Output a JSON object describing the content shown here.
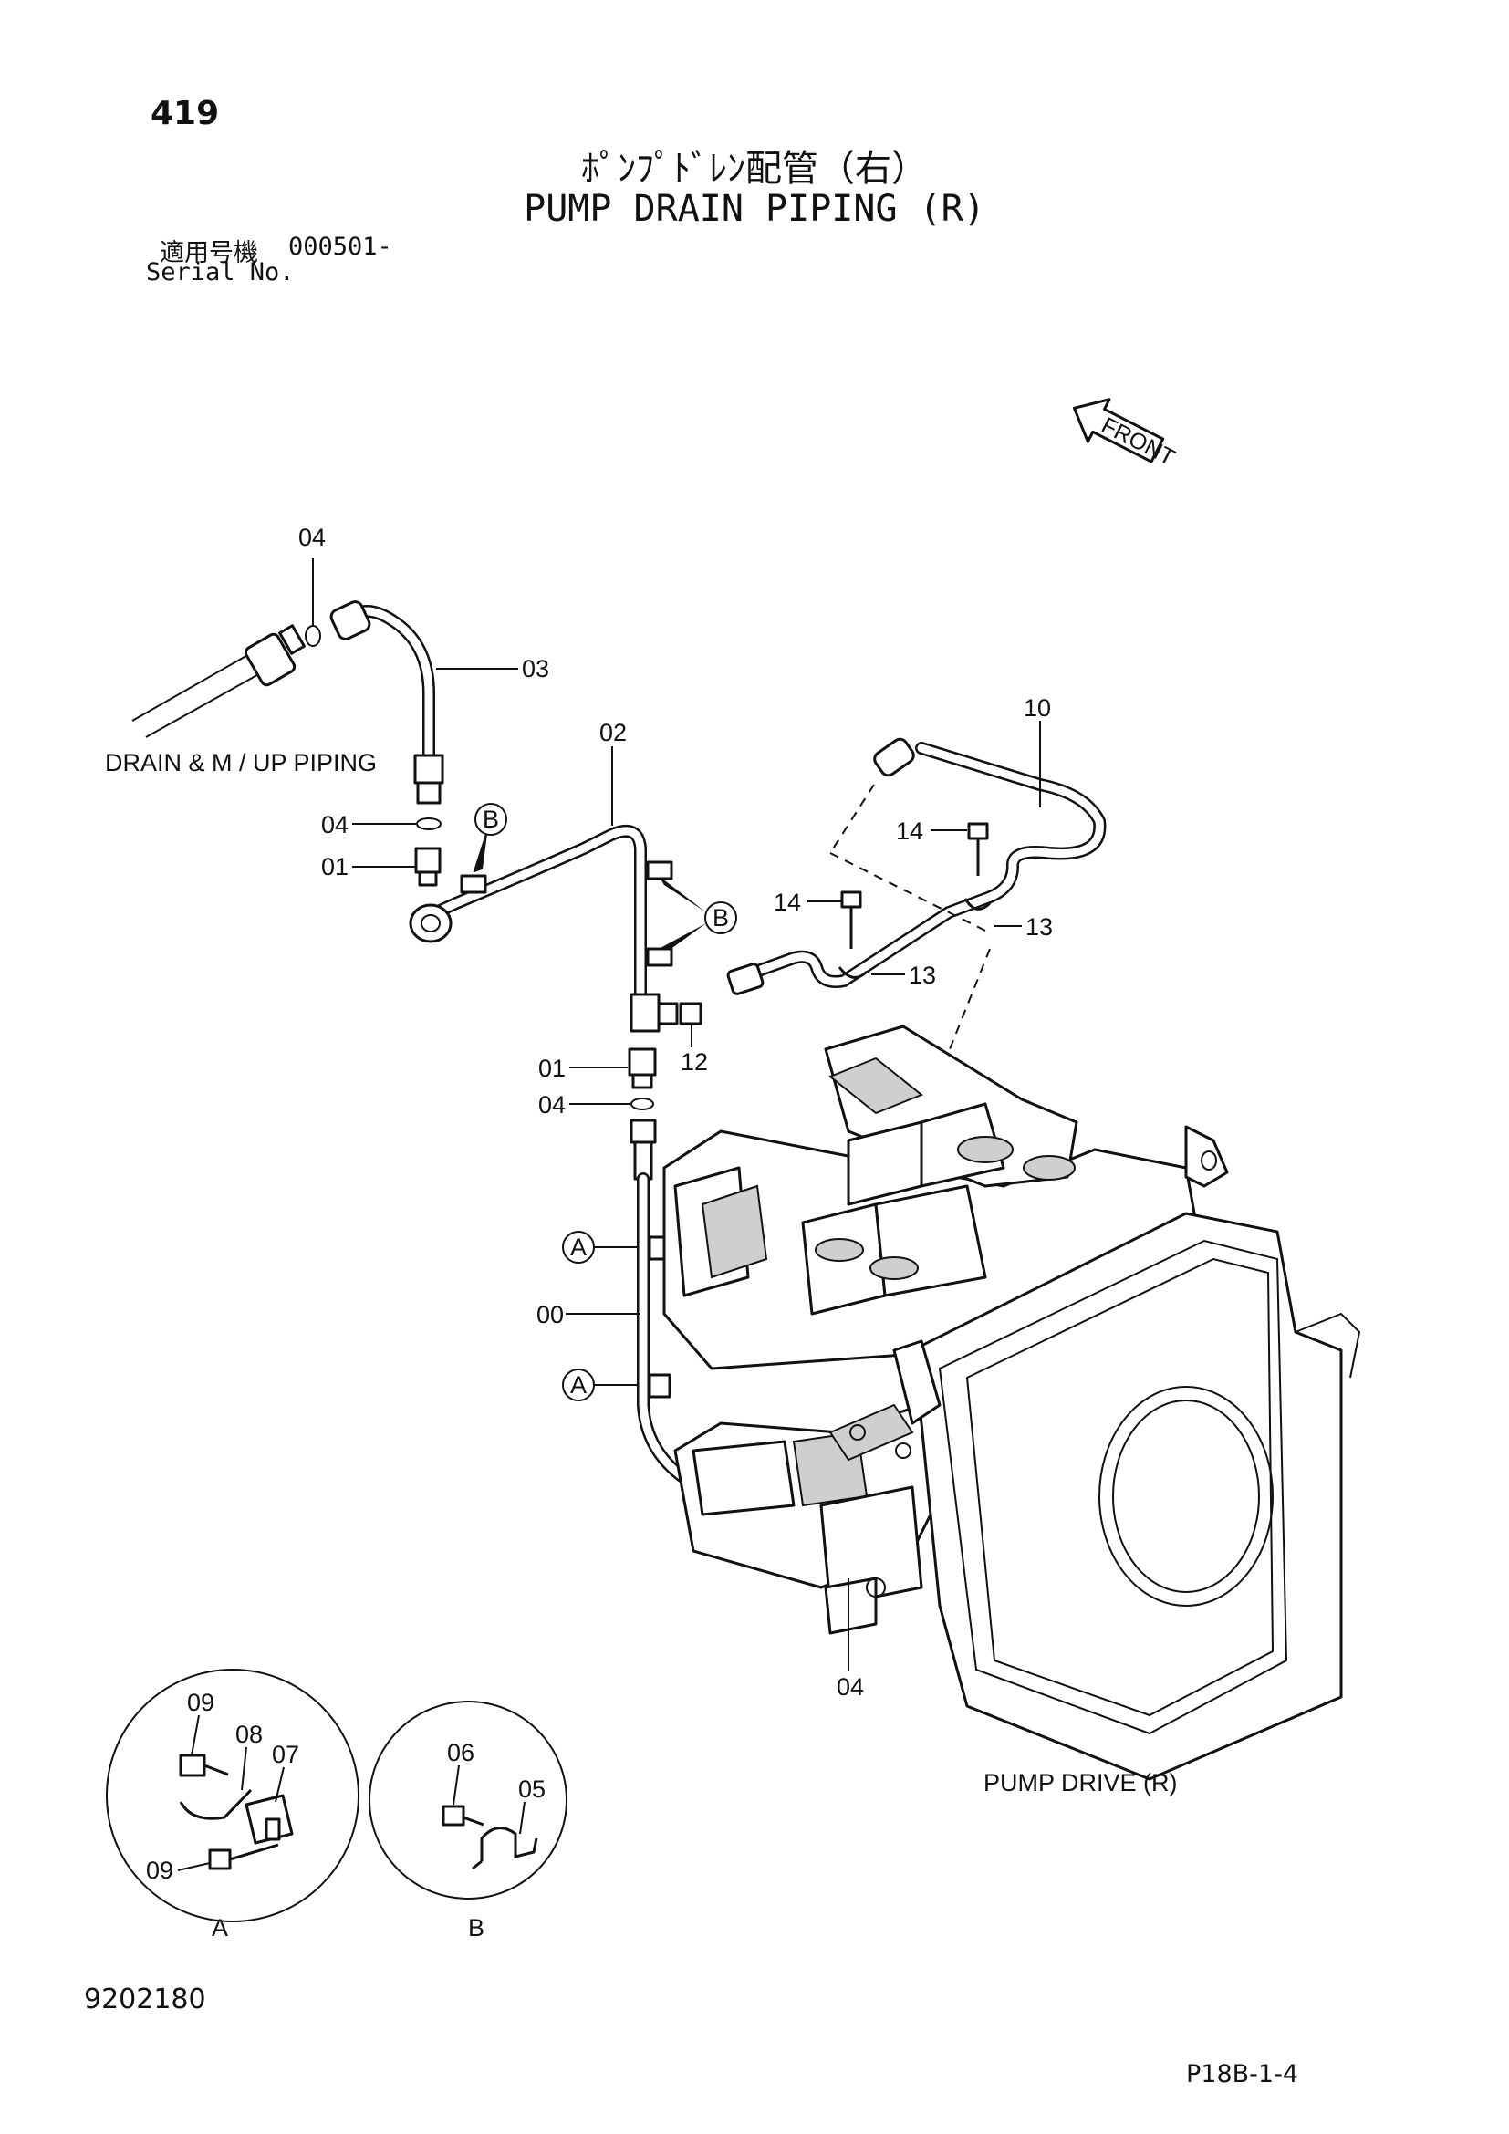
{
  "header": {
    "page_number": "419",
    "title_jp": "ﾎﾟﾝﾌﾟﾄﾞﾚﾝ配管（右）",
    "title_en": "PUMP DRAIN PIPING (R)",
    "serial_label_jp": "適用号機",
    "serial_value": "000501-",
    "serial_label_en": "Serial No."
  },
  "direction": {
    "front_label": "FRONT"
  },
  "callouts": {
    "c04_top": "04",
    "c03": "03",
    "c02": "02",
    "c10": "10",
    "c04_left": "04",
    "c01_left": "01",
    "c14_upper": "14",
    "c14_lower": "14",
    "c13_upper": "13",
    "c13_lower": "13",
    "c12": "12",
    "c01_mid": "01",
    "c04_mid": "04",
    "c00": "00",
    "c04_bottom": "04",
    "detail_a_09_top": "09",
    "detail_a_08": "08",
    "detail_a_07": "07",
    "detail_a_09_bottom": "09",
    "detail_b_06": "06",
    "detail_b_05": "05"
  },
  "markers": {
    "b1": "B",
    "b2": "B",
    "a1": "A",
    "a2": "A",
    "detail_a": "A",
    "detail_b": "B"
  },
  "labels": {
    "drain_piping": "DRAIN & M / UP  PIPING",
    "pump_drive": "PUMP  DRIVE  (R)"
  },
  "footer": {
    "doc_number": "9202180",
    "page_code": "P18B-1-4"
  }
}
